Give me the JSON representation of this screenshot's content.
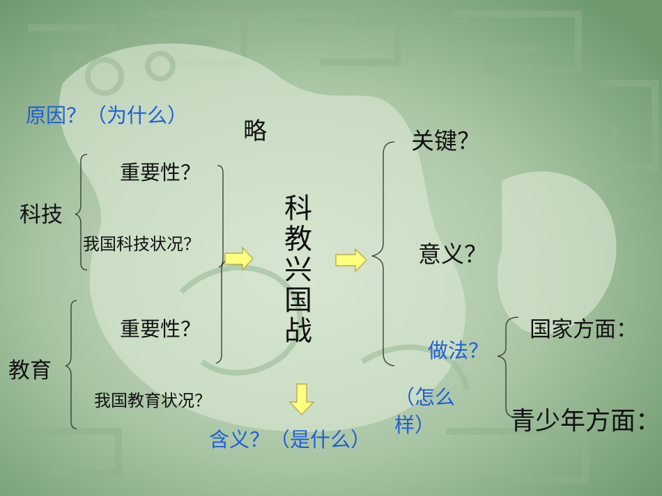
{
  "top": {
    "reason": "原因？（为什么）",
    "omit": "略"
  },
  "left": {
    "tech": "科技",
    "tech_importance": "重要性？",
    "tech_status": "我国科技状况？",
    "edu": "教育",
    "edu_importance": "重要性？",
    "edu_status": "我国教育状况？"
  },
  "center": {
    "strategy": "科教兴国战",
    "meaning": "含义？（是什么）"
  },
  "right": {
    "key": "关键？",
    "significance": "意义？",
    "practice": "做法？",
    "how": "（怎么样）",
    "country": "国家方面：",
    "youth": "青少年方面："
  },
  "colors": {
    "background": "#a9c5a4",
    "arrow_fill": "#ffff80",
    "arrow_stroke": "#b0a040",
    "black_text": "#111111",
    "blue_text": "#1f5fd6",
    "brace": "#333333"
  }
}
